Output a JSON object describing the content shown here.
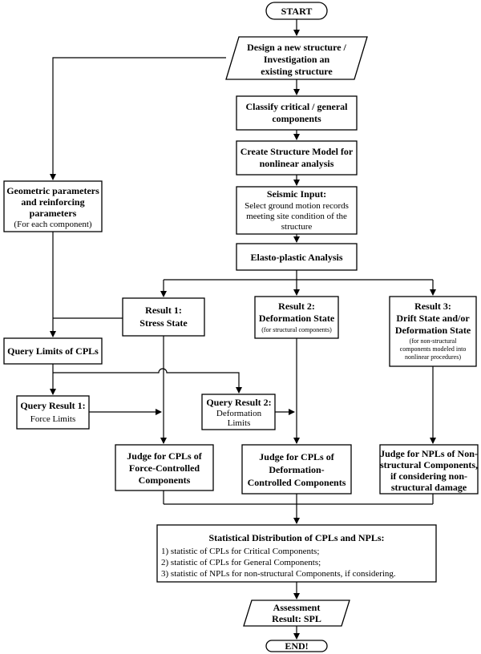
{
  "nodes": {
    "start": {
      "label": "START"
    },
    "design": {
      "lines": [
        "Design a new structure /",
        "Investigation an",
        "existing structure"
      ]
    },
    "classify": {
      "lines": [
        "Classify critical / general",
        "components"
      ]
    },
    "model": {
      "lines": [
        "Create Structure Model for",
        "nonlinear analysis"
      ]
    },
    "seismic": {
      "title": "Seismic Input:",
      "lines": [
        "Select ground motion records",
        "meeting site condition of the",
        "structure"
      ]
    },
    "elasto": {
      "label": "Elasto-plastic Analysis"
    },
    "geometric": {
      "lines": [
        "Geometric parameters",
        "and reinforcing",
        "parameters"
      ],
      "note": "(For each component)"
    },
    "result1": {
      "lines": [
        "Result 1:",
        "Stress State"
      ]
    },
    "result2": {
      "lines": [
        "Result 2:",
        "Deformation State"
      ],
      "note": "(for structural components)"
    },
    "result3": {
      "lines": [
        "Result 3:",
        "Drift State and/or",
        "Deformation State"
      ],
      "notes": [
        "(for non-structural",
        "components modeled into",
        "nonlinear procedures)"
      ]
    },
    "query_limits": {
      "label": "Query Limits of CPLs"
    },
    "query1": {
      "title": "Query Result 1:",
      "sub": "Force Limits"
    },
    "query2": {
      "title": "Query Result 2:",
      "subs": [
        "Deformation",
        "Limits"
      ]
    },
    "judge1": {
      "lines": [
        "Judge for CPLs of",
        "Force-Controlled",
        "Components"
      ]
    },
    "judge2": {
      "lines": [
        "Judge for CPLs of",
        "Deformation-",
        "Controlled Components"
      ]
    },
    "judge3": {
      "lines": [
        "Judge for NPLs of Non-",
        "structural Components,",
        "if considering non-",
        "structural damage"
      ]
    },
    "stat": {
      "title": "Statistical Distribution of CPLs and NPLs:",
      "items": [
        "1) statistic of  CPLs for Critical Components;",
        "2) statistic of CPLs for General Components;",
        "3) statistic of NPLs for non-structural Components, if considering."
      ]
    },
    "assess": {
      "lines": [
        "Assessment",
        "Result: SPL"
      ]
    },
    "end": {
      "label": "END!"
    }
  }
}
